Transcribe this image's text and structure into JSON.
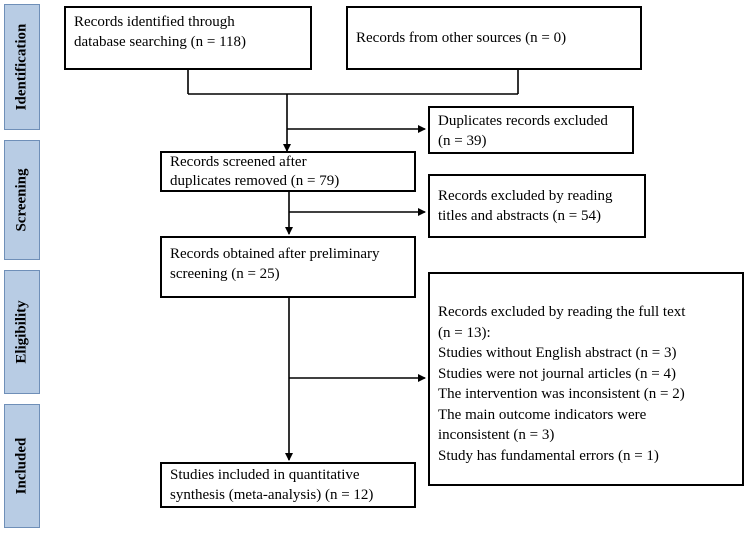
{
  "phases": {
    "identification": "Identification",
    "screening": "Screening",
    "eligibility": "Eligibility",
    "included": "Included"
  },
  "boxes": {
    "database_records": {
      "line1": "Records   identified   through",
      "line2": "database  searching (n = 118)"
    },
    "other_sources": {
      "text": "Records  from  other sources (n = 0)"
    },
    "duplicates_excluded": {
      "line1": "Duplicates  records excluded",
      "line2": "(n = 39)"
    },
    "records_screened": {
      "line1": "Records  screened  after",
      "line2": "duplicates   removed (n = 79)"
    },
    "excluded_titles": {
      "line1": "Records  excluded by reading",
      "line2": "titles and abstracts (n = 54)"
    },
    "records_obtained": {
      "line1": "Records obtained  after preliminary",
      "line2": "screening  (n = 25)"
    },
    "excluded_full_text": {
      "lines": [
        "Records  excluded  by  reading the full text",
        "(n = 13):",
        "Studies   without   English   abstract (n = 3)",
        "Studies  were  not journal articles (n = 4)",
        "The  intervention was inconsistent  (n = 2)",
        "The  main  outcome  indicators  were",
        "inconsistent (n = 3)",
        "Study has  fundamental errors (n = 1)"
      ]
    },
    "studies_included": {
      "line1": "Studies  included  in  quantitative",
      "line2": "synthesis   (meta-analysis) (n = 12)"
    }
  }
}
